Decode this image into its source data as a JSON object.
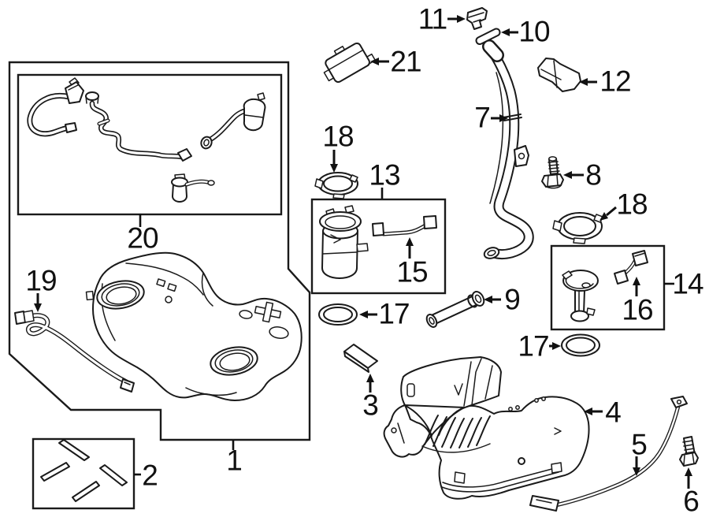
{
  "diagram": {
    "background_color": "#ffffff",
    "line_color": "#1a1a1a",
    "callouts": [
      {
        "id": "callout-1",
        "label": "1"
      },
      {
        "id": "callout-2",
        "label": "2"
      },
      {
        "id": "callout-3",
        "label": "3"
      },
      {
        "id": "callout-4",
        "label": "4"
      },
      {
        "id": "callout-5",
        "label": "5"
      },
      {
        "id": "callout-6",
        "label": "6"
      },
      {
        "id": "callout-7",
        "label": "7"
      },
      {
        "id": "callout-8",
        "label": "8"
      },
      {
        "id": "callout-9",
        "label": "9"
      },
      {
        "id": "callout-10",
        "label": "10"
      },
      {
        "id": "callout-11",
        "label": "11"
      },
      {
        "id": "callout-12",
        "label": "12"
      },
      {
        "id": "callout-13",
        "label": "13"
      },
      {
        "id": "callout-14",
        "label": "14"
      },
      {
        "id": "callout-15",
        "label": "15"
      },
      {
        "id": "callout-16",
        "label": "16"
      },
      {
        "id": "callout-17-left",
        "label": "17"
      },
      {
        "id": "callout-17-right",
        "label": "17"
      },
      {
        "id": "callout-18-left",
        "label": "18"
      },
      {
        "id": "callout-18-right",
        "label": "18"
      },
      {
        "id": "callout-19",
        "label": "19"
      },
      {
        "id": "callout-20",
        "label": "20"
      },
      {
        "id": "callout-21",
        "label": "21"
      }
    ]
  }
}
